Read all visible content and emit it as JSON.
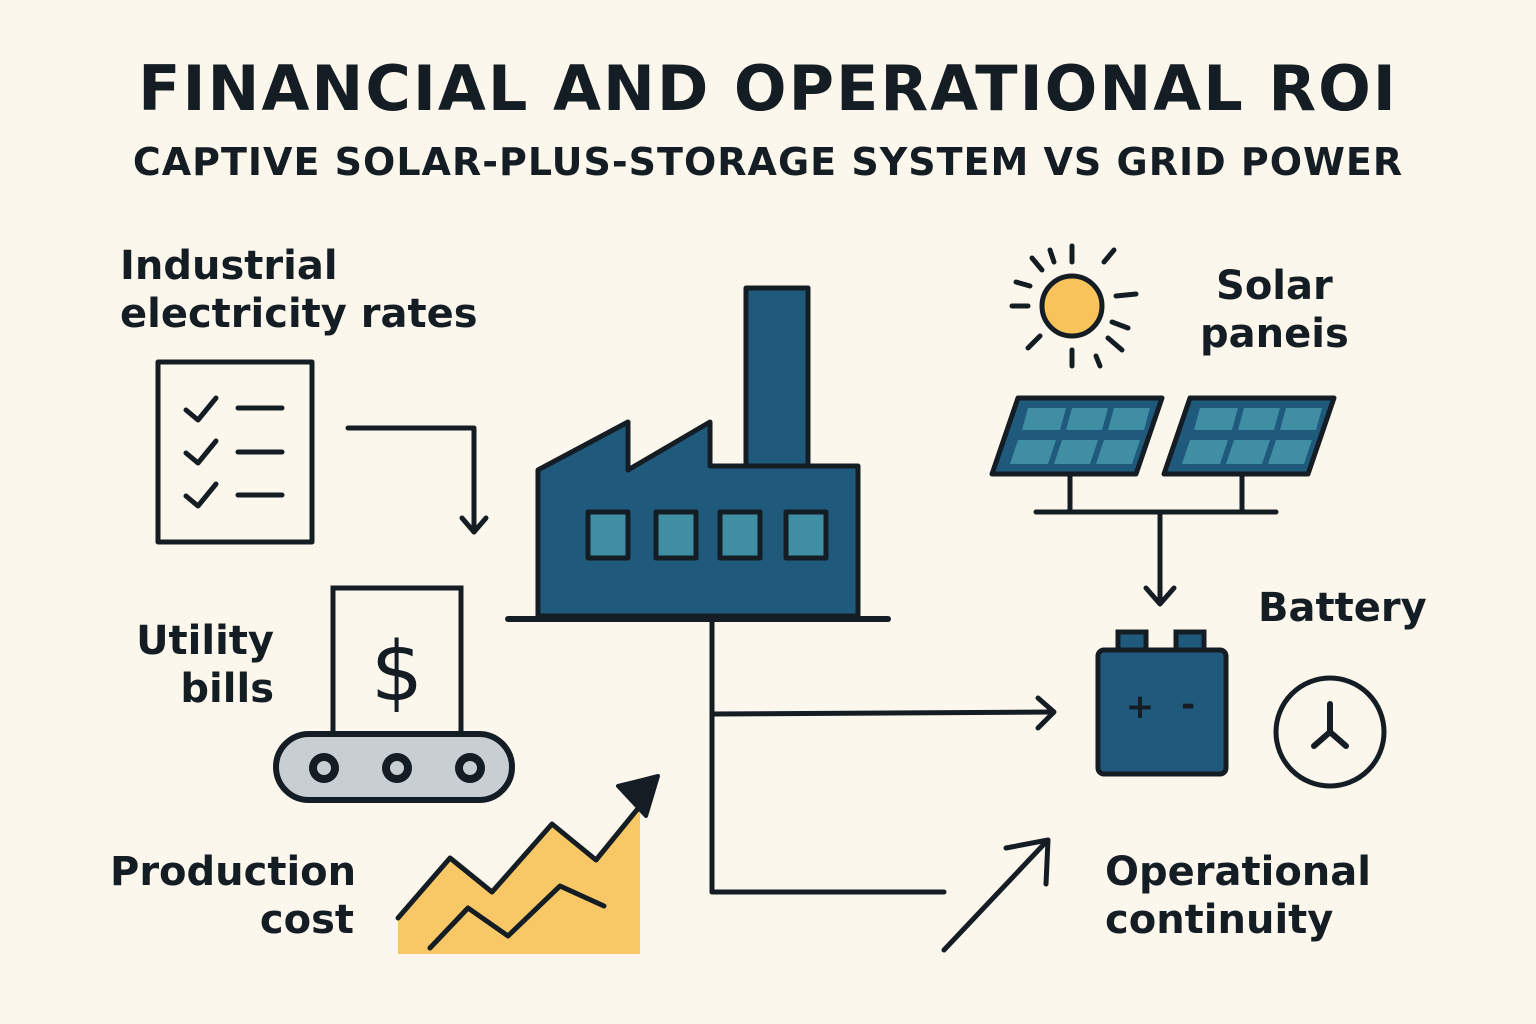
{
  "header": {
    "title": "FINANCIAL AND OPERATIONAL ROI",
    "subtitle": "CAPTIVE SOLAR-PLUS-STORAGE SYSTEM VS GRID POWER"
  },
  "labels": {
    "industrial_rates": {
      "line1": "Industrial",
      "line2": "electricity rates"
    },
    "utility_bills": {
      "line1": "Utility",
      "line2": "bills"
    },
    "production_cost": {
      "line1": "Production",
      "line2": "cost"
    },
    "solar_panels": {
      "line1": "Solar",
      "line2": "paneis"
    },
    "battery": {
      "line1": "Battery"
    },
    "operational_continuity": {
      "line1": "Operational",
      "line2": "continuity"
    }
  },
  "glyphs": {
    "dollar": "$",
    "battery_plus": "+",
    "battery_minus": "-"
  },
  "colors": {
    "background": "#fbf7ec",
    "ink": "#141c24",
    "factory_blue": "#1f5a7c",
    "window_teal": "#3f8ea3",
    "sun_yellow": "#f7c35a",
    "cost_yellow": "#f8c866",
    "conveyor_gray": "#c9ced3"
  },
  "icons": [
    "checklist-icon",
    "dollar-bill-icon",
    "conveyor-icon",
    "factory-icon",
    "sun-icon",
    "solar-panel-icon",
    "battery-icon",
    "clock-icon",
    "rising-chart-icon"
  ]
}
